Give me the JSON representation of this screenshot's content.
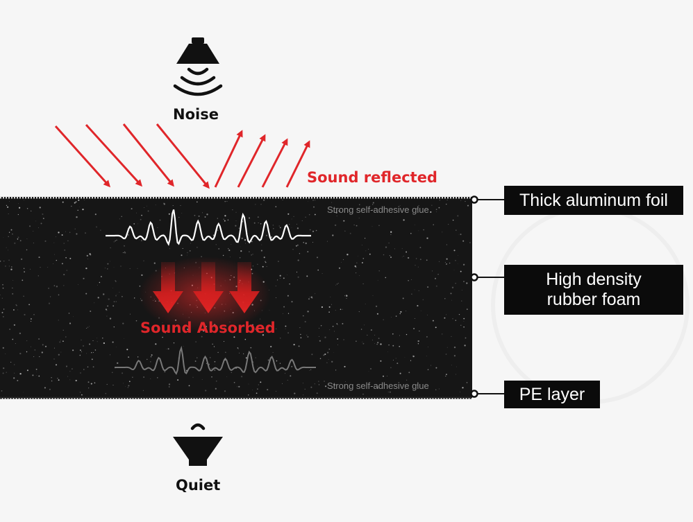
{
  "source": {
    "label": "Noise",
    "icon": "speaker-emitting-icon"
  },
  "result": {
    "label": "Quiet",
    "icon": "speaker-quiet-icon"
  },
  "reflection": {
    "label": "Sound reflected"
  },
  "absorption": {
    "label": "Sound Absorbed"
  },
  "glue": {
    "top": "Strong self-adhesive glue",
    "bottom": "Strong self-adhesive glue"
  },
  "layers": {
    "foil": {
      "label": "Thick aluminum foil"
    },
    "foam": {
      "line1": "High density",
      "line2": "rubber foam"
    },
    "pe": {
      "label": "PE layer"
    }
  },
  "colors": {
    "accent_red": "#e0262a",
    "foam_black": "#161616",
    "label_bg": "#0b0b0b",
    "background": "#f6f6f6"
  }
}
